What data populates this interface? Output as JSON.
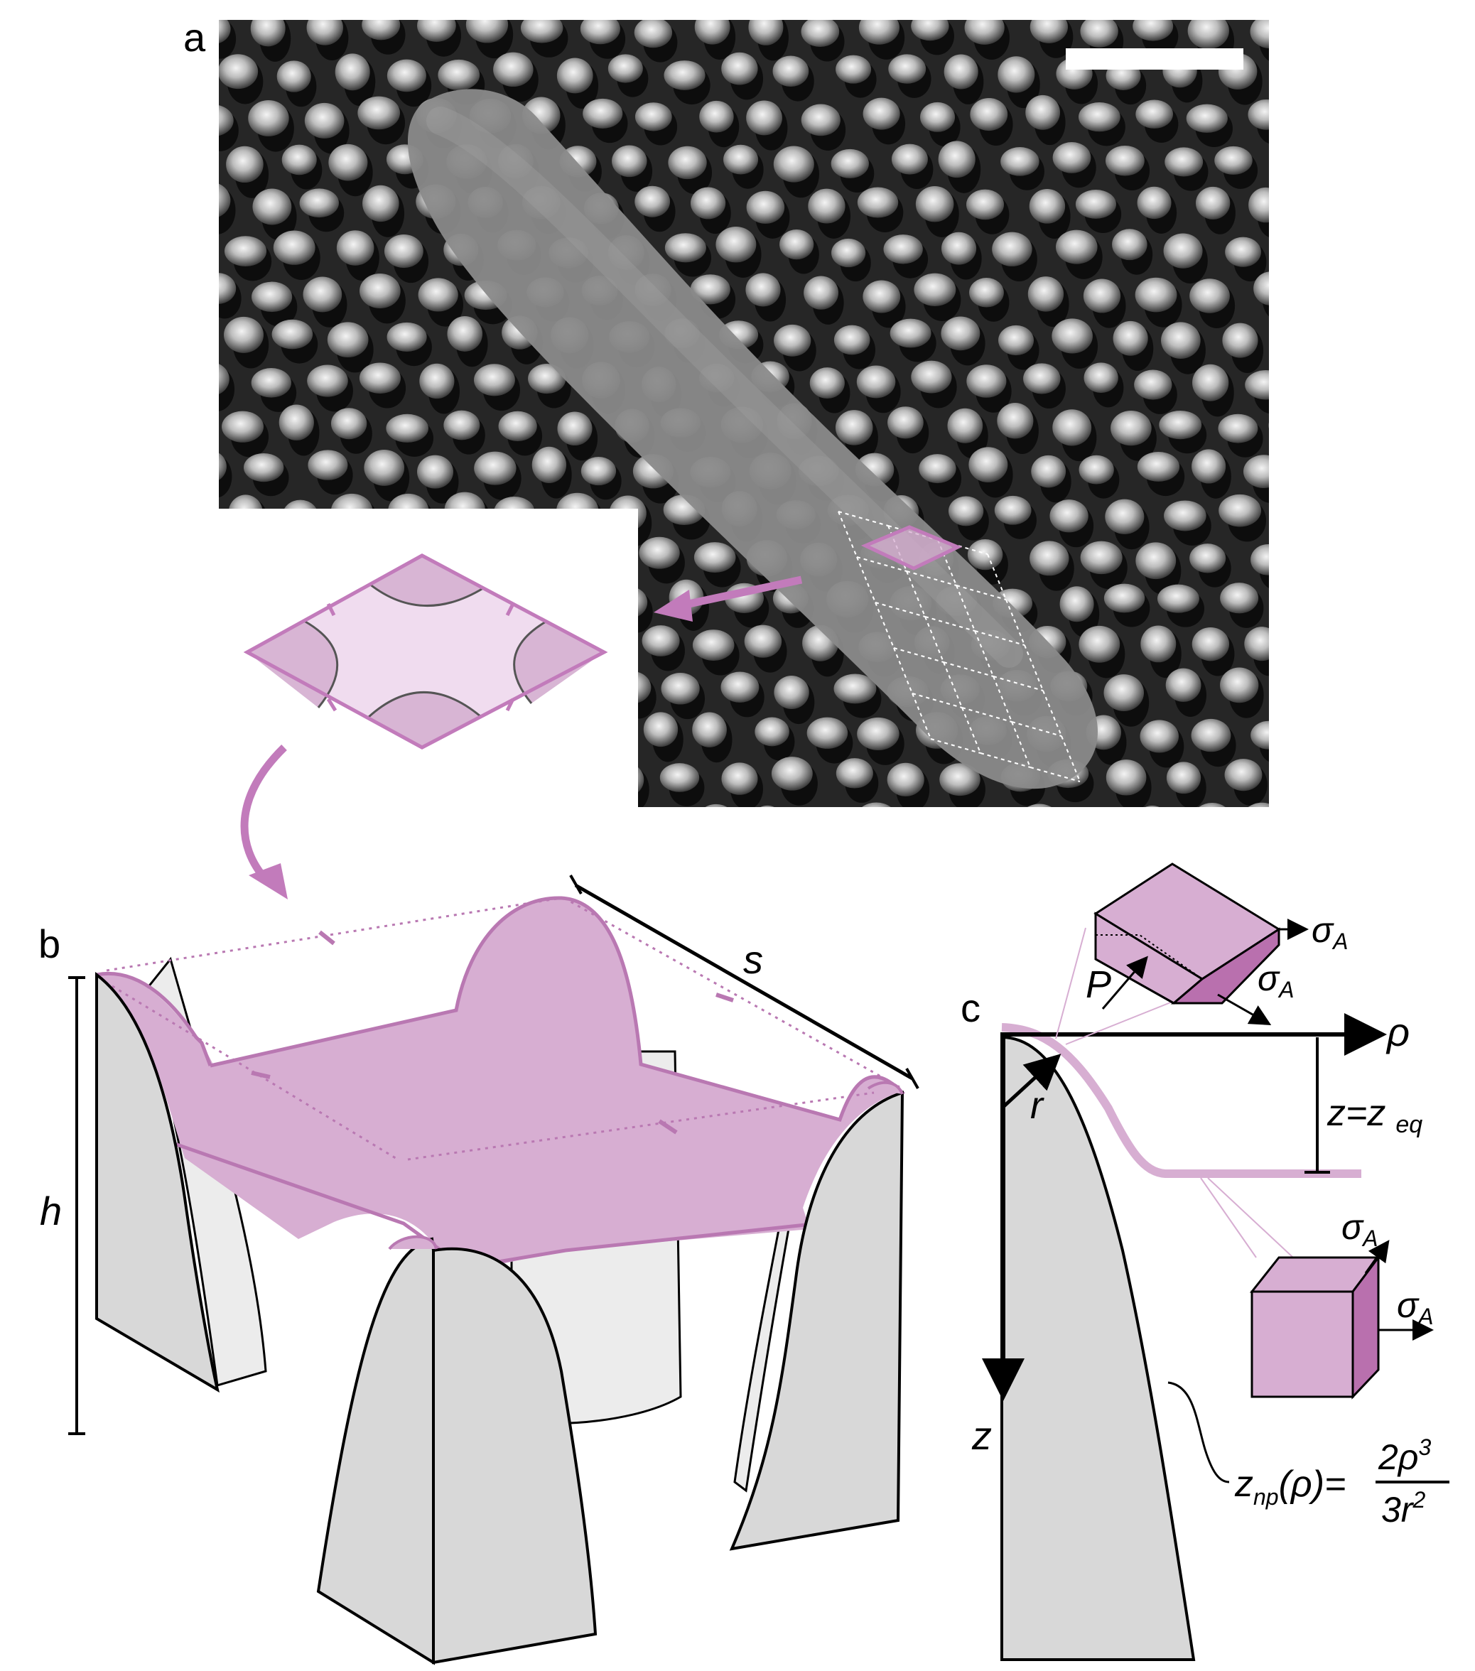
{
  "panels": {
    "a": {
      "label": "a"
    },
    "b": {
      "label": "b",
      "dim_s": "s",
      "dim_h": "h"
    },
    "c": {
      "label": "c",
      "axis_rho": "ρ",
      "axis_z": "z",
      "radius_r": "r",
      "pressure": "P",
      "depth_z": "z=z",
      "depth_sub": "eq",
      "sigma": "σ",
      "sigma_sub": "A",
      "eq_lhs": "z",
      "eq_lhs_sub": "np",
      "eq_arg": "(ρ)=",
      "eq_num": "2ρ",
      "eq_num_exp": "3",
      "eq_den": "3r",
      "eq_den_exp": "2"
    }
  },
  "colors": {
    "membrane": "#d7aed2",
    "membrane_light": "#f0dcef",
    "membrane_stroke": "#b978b2",
    "membrane_dark": "#b970ae",
    "pillar": "#d8d8d8",
    "pillar_light": "#ececec",
    "sem_bg": "#2a2a2a",
    "arrow": "#c27bbb"
  }
}
